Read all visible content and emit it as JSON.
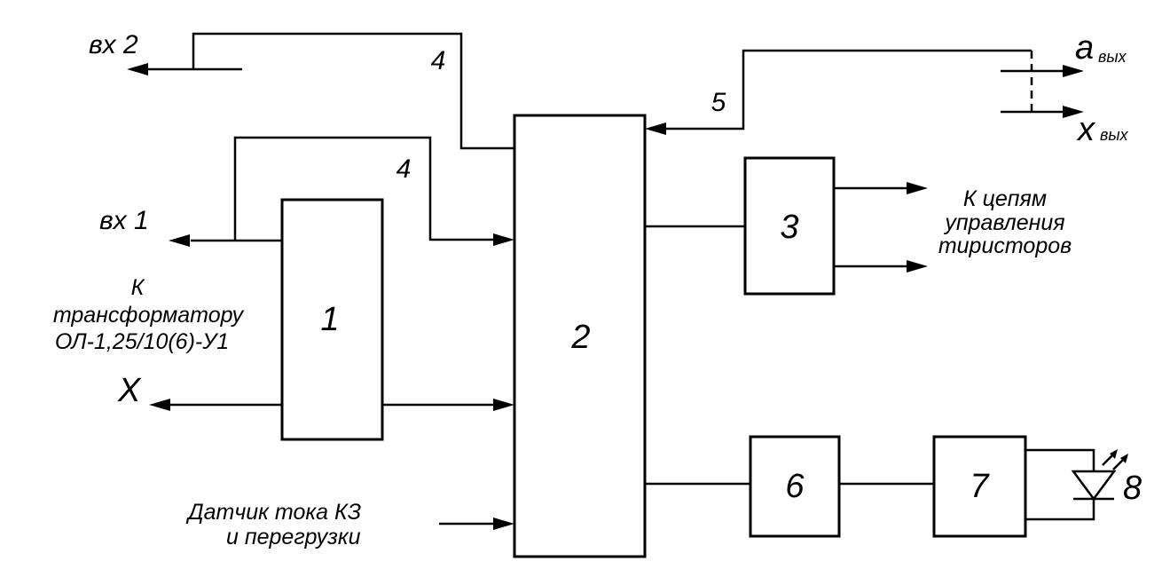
{
  "blocks": {
    "b1": "1",
    "b2": "2",
    "b3": "3",
    "b6": "6",
    "b7": "7",
    "b8": "8"
  },
  "wires": {
    "w4_top": "4",
    "w4_mid": "4",
    "w5": "5"
  },
  "terminals": {
    "in2": "вх 2",
    "in1": "вх 1",
    "x": "X",
    "a_out_main": "a",
    "a_out_sub": "вых",
    "x_out_main": "x",
    "x_out_sub": "вых"
  },
  "labels": {
    "transformer_line1": "К",
    "transformer_line2": "трансформатору",
    "transformer_line3": "ОЛ-1,25/10(6)-У1",
    "thyristor_line1": "К цепям",
    "thyristor_line2": "управления",
    "thyristor_line3": "тиристоров",
    "sensor_line1": "Датчик тока КЗ",
    "sensor_line2": "и перегрузки"
  }
}
